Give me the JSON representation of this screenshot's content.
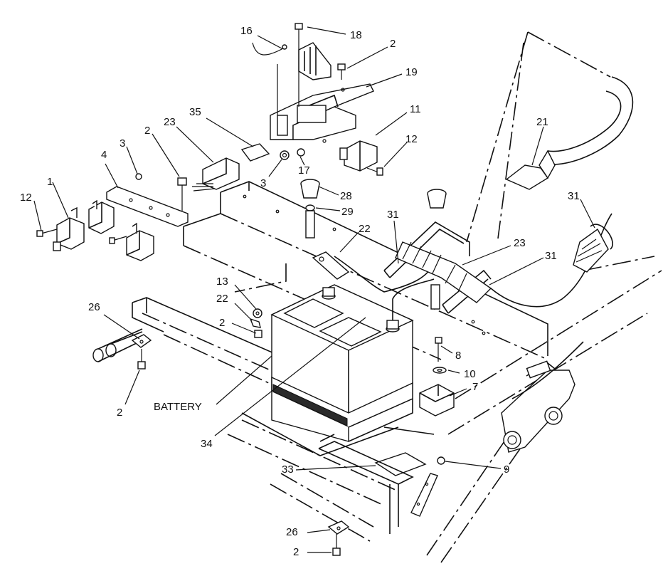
{
  "diagram": {
    "callouts": [
      {
        "id": "c16",
        "label": "16"
      },
      {
        "id": "c18",
        "label": "18"
      },
      {
        "id": "c2a",
        "label": "2"
      },
      {
        "id": "c19",
        "label": "19"
      },
      {
        "id": "c11",
        "label": "11"
      },
      {
        "id": "c12a",
        "label": "12"
      },
      {
        "id": "c35",
        "label": "35"
      },
      {
        "id": "c23a",
        "label": "23"
      },
      {
        "id": "c2b",
        "label": "2"
      },
      {
        "id": "c3a",
        "label": "3"
      },
      {
        "id": "c3b",
        "label": "3"
      },
      {
        "id": "c17",
        "label": "17"
      },
      {
        "id": "c4",
        "label": "4"
      },
      {
        "id": "c1",
        "label": "1"
      },
      {
        "id": "c12b",
        "label": "12"
      },
      {
        "id": "c21",
        "label": "21"
      },
      {
        "id": "c31a",
        "label": "31"
      },
      {
        "id": "c28",
        "label": "28"
      },
      {
        "id": "c29",
        "label": "29"
      },
      {
        "id": "c31b",
        "label": "31"
      },
      {
        "id": "c22a",
        "label": "22"
      },
      {
        "id": "c23b",
        "label": "23"
      },
      {
        "id": "c31c",
        "label": "31"
      },
      {
        "id": "c13",
        "label": "13"
      },
      {
        "id": "c22b",
        "label": "22"
      },
      {
        "id": "c26a",
        "label": "26"
      },
      {
        "id": "c2c",
        "label": "2"
      },
      {
        "id": "c8",
        "label": "8"
      },
      {
        "id": "c10",
        "label": "10"
      },
      {
        "id": "c7",
        "label": "7"
      },
      {
        "id": "c2d",
        "label": "2"
      },
      {
        "id": "cbat",
        "label": "BATTERY"
      },
      {
        "id": "c34",
        "label": "34"
      },
      {
        "id": "c33",
        "label": "33"
      },
      {
        "id": "c9",
        "label": "9"
      },
      {
        "id": "c26b",
        "label": "26"
      },
      {
        "id": "c2e",
        "label": "2"
      }
    ]
  }
}
